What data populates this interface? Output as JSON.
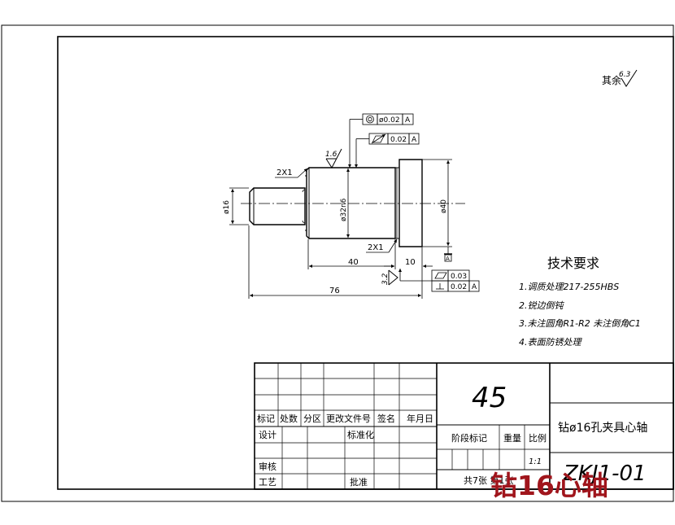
{
  "surface_note": "其余",
  "surface_note_value": "6.3",
  "roughness_left": "1.6",
  "roughness_bottom": "3.2",
  "tol_concentricity": "ø0.02",
  "tol_concentricity_datum": "A",
  "tol_runout": "0.02",
  "tol_runout_datum": "A",
  "tol_flatness": "0.03",
  "tol_perp": "0.02",
  "tol_perp_datum": "A",
  "datum_label": "A",
  "dim_chamfer_top": "2X1",
  "dim_chamfer_bottom": "2X1",
  "dim_d16": "ø16",
  "dim_d32": "ø32n6",
  "dim_d40": "ø40",
  "dim_40": "40",
  "dim_10": "10",
  "dim_76": "76",
  "tech_title": "技术要求",
  "tech_items": [
    "1.调质处理217-255HBS",
    "2.锐边倒钝",
    "3.未注圆角R1-R2  未注倒角C1",
    "4.表面防锈处理"
  ],
  "title_block": {
    "material": "45",
    "part_name": "钻ø16孔夹具心轴",
    "drawing_no": "ZKJ1-01",
    "hdr_mark": "标记",
    "hdr_count": "处数",
    "hdr_zone": "分区",
    "hdr_docno": "更改文件号",
    "hdr_sign": "签名",
    "hdr_date": "年月日",
    "design": "设计",
    "standardize": "标准化",
    "review": "审核",
    "process": "工艺",
    "approve": "批准",
    "stage_mark": "阶段标记",
    "weight": "重量",
    "scale_label": "比例",
    "scale_value": "1:1",
    "sheets": "共7张  第1张"
  },
  "watermark": "钻16心轴"
}
